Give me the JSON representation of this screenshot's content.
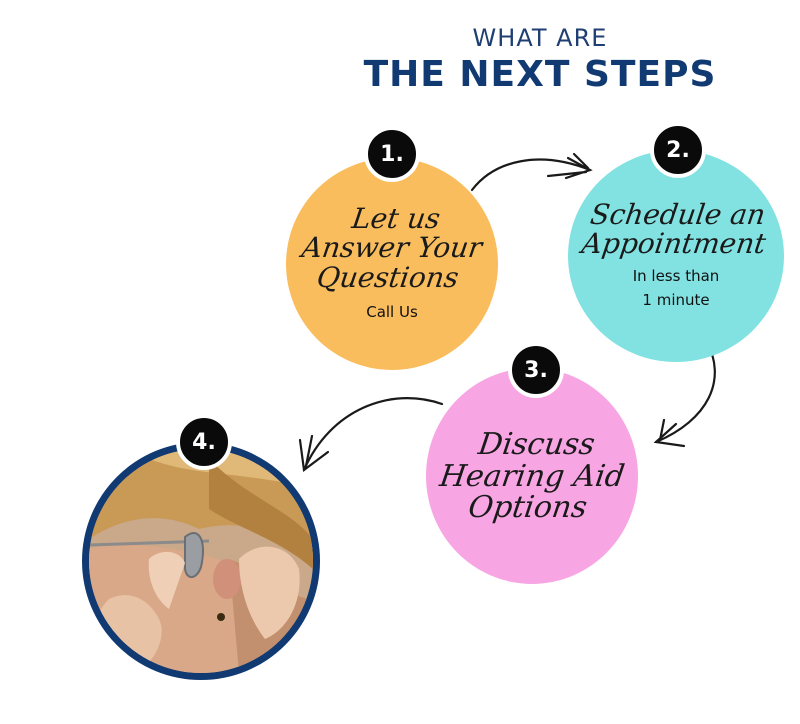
{
  "header": {
    "subtitle": "WHAT ARE",
    "title": "THE NEXT STEPS"
  },
  "steps": [
    {
      "number": "1.",
      "lines": [
        "Let us",
        "Answer Your",
        "Questions"
      ],
      "caption": "Call Us",
      "color": "#f9bd5e"
    },
    {
      "number": "2.",
      "lines": [
        "Schedule an",
        "Appointment"
      ],
      "caption_lines": [
        "In less than",
        "1 minute"
      ],
      "color": "#82e2e2"
    },
    {
      "number": "3.",
      "lines": [
        "Discuss",
        "Hearing Aid",
        "Options"
      ],
      "color": "#f8a5e4"
    },
    {
      "number": "4.",
      "image": "photo-hearing-aid-fitting",
      "color": "#113a72"
    }
  ]
}
